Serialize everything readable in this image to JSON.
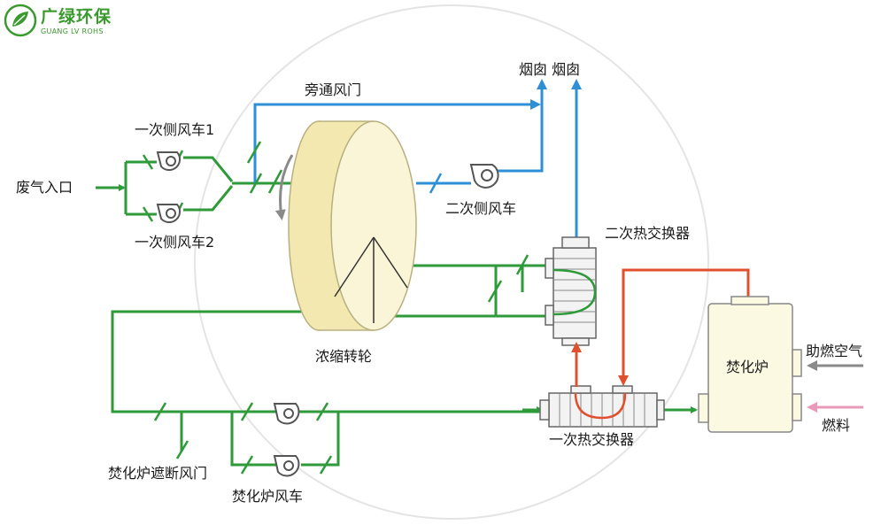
{
  "brand": {
    "name_cn": "广绿环保",
    "name_en": "GUANG LV ROHS"
  },
  "labels": {
    "waste_gas_inlet": "废气入口",
    "primary_fan_1": "一次侧风车1",
    "primary_fan_2": "一次侧风车2",
    "bypass_damper": "旁通风门",
    "chimney": "烟囱 烟囱",
    "secondary_fan": "二次侧风车",
    "secondary_heat_exchanger": "二次热交换器",
    "concentrator_rotor": "浓缩转轮",
    "incinerator": "焚化炉",
    "combustion_air": "助燃空气",
    "fuel": "燃料",
    "primary_heat_exchanger": "一次热交换器",
    "incinerator_shutoff_damper": "焚化炉遮断风门",
    "incinerator_fan": "焚化炉风车"
  },
  "colors": {
    "process_line": "#2e9a3a",
    "exhaust_line": "#2f8fd6",
    "hot_line": "#e0502f",
    "fuel_arrow": "#e89ab8",
    "air_arrow": "#8a8a8a",
    "rotor_fill": "#f5efc0",
    "incinerator_fill": "#fdfbe6",
    "brand": "#3a9a2e"
  }
}
